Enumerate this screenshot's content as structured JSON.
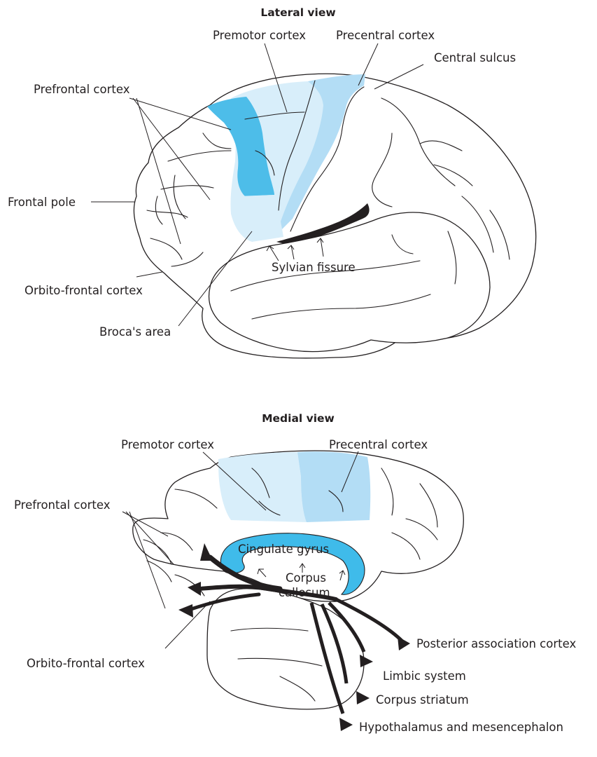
{
  "lateral": {
    "title": "Lateral view",
    "labels": {
      "premotor": "Premotor cortex",
      "precentral": "Precentral cortex",
      "central_sulcus": "Central sulcus",
      "prefrontal": "Prefrontal cortex",
      "frontal_pole": "Frontal pole",
      "orbito_frontal": "Orbito-frontal cortex",
      "sylvian": "Sylvian fissure",
      "broca": "Broca's area"
    }
  },
  "medial": {
    "title": "Medial view",
    "labels": {
      "premotor": "Premotor cortex",
      "precentral": "Precentral cortex",
      "prefrontal": "Prefrontal cortex",
      "cingulate": "Cingulate gyrus",
      "corpus_line1": "Corpus",
      "corpus_line2": "callosum",
      "orbito_frontal": "Orbito-frontal cortex",
      "posterior_assoc": "Posterior association cortex",
      "limbic": "Limbic system",
      "striatum": "Corpus striatum",
      "hypothalamus": "Hypothalamus and mesencephalon"
    }
  },
  "colors": {
    "premotor_fill": "#d8eefa",
    "precentral_fill": "#b3ddf5",
    "prefrontal_fill": "#4dbde9",
    "corpus_fill": "#3fbbea",
    "outline": "#231f20"
  }
}
